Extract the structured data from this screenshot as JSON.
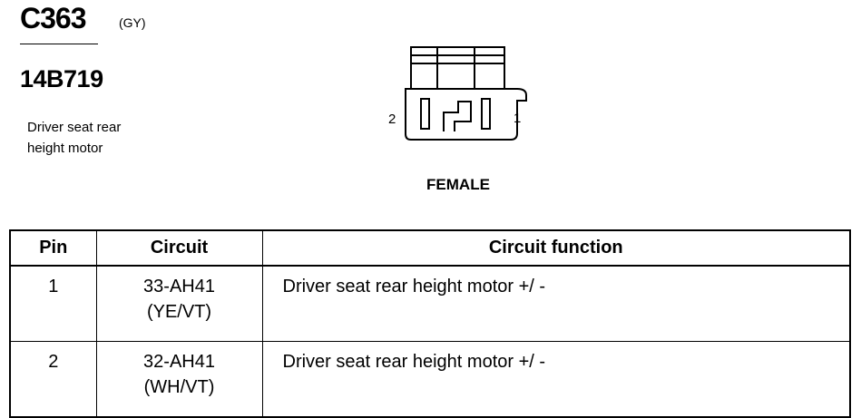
{
  "connector": {
    "id": "C363",
    "color": "(GY)",
    "part_number": "14B719",
    "description_lines": [
      "Driver seat rear",
      "height motor"
    ],
    "gender": "FEMALE",
    "pin_labels": {
      "left": "2",
      "right": "1"
    }
  },
  "table": {
    "headers": [
      "Pin",
      "Circuit",
      "Circuit function"
    ],
    "rows": [
      {
        "pin": "1",
        "circuit": [
          "33-AH41",
          "(YE/VT)"
        ],
        "function": "Driver seat rear height motor +/ -"
      },
      {
        "pin": "2",
        "circuit": [
          "32-AH41",
          "(WH/VT)"
        ],
        "function": "Driver seat rear height motor +/ -"
      }
    ]
  }
}
